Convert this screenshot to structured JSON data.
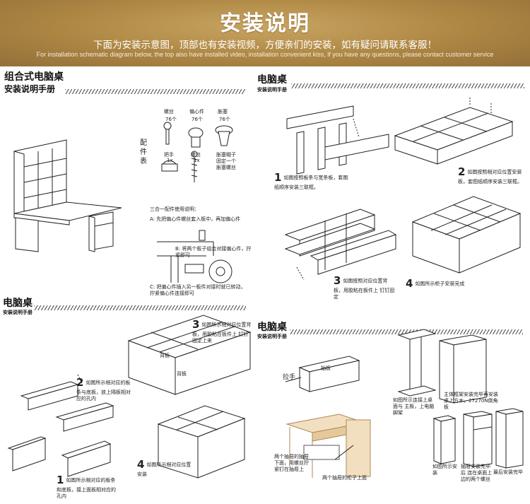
{
  "banner": {
    "title": "安装说明",
    "subtitle_zh": "下面为安装示意图，顶部也有安装视频，方便亲们的安装，如有疑问请联系客服！",
    "subtitle_en": "For installation schematic diagram below, the top also have installed video, installation convenient kiss, if you have any questions, please contact customer service"
  },
  "panel1": {
    "title_line1": "组合式电脑桌",
    "title_line2": "安装说明手册",
    "parts_heading": "配件表",
    "parts": [
      {
        "name": "螺丝",
        "qty": "76个"
      },
      {
        "name": "偏心件",
        "qty": "76个"
      },
      {
        "name": "胀塞",
        "qty": "76个"
      }
    ],
    "handle_label": "把手",
    "handle_qty": "1x",
    "screw_label": "螺丝",
    "screw_qty": "1x",
    "anchor_notes": [
      "胀塞帽子",
      "固定一个",
      "胀塞螺丝"
    ],
    "steps_heading": "三合一配件使用说明：",
    "step_a": "A: 先把偏心件螺丝套入板中，再加偏心件",
    "step_b": "B: 将两个板子组合对接偏心件，拧紧即可",
    "step_c": "C: 把偏心件插入另一板件对接时就已转动，拧紧偏心件连接即可"
  },
  "panel2": {
    "title": "电脑桌",
    "subtitle": "安装说明手册",
    "step1_num": "1",
    "step1_text": "如图按照板条与宽条板，套图纸顺序安装三联框。",
    "step2_num": "2",
    "step2_text": "如图按照相对应位置安装板，套图纸顺序安装三联框。",
    "step3_num": "3",
    "step3_text": "如图按照对应位置背板，用胶粘在板件上 钉钉固定",
    "step4_num": "4",
    "step4_text": "如图所示柜子安装完成"
  },
  "panel3": {
    "title": "电脑桌",
    "subtitle": "安装说明手册",
    "step1_num": "1",
    "step1_text": "如图所示相对应的板条和底板，接上面板相对应的孔内",
    "step2_num": "2",
    "step2_text": "如图所示相对应的板条与底板，放上隔板相对应的孔内",
    "step3_num": "3",
    "step3_text": "如图所示相对应位置背板，用胶粘在板件上 钉钉固定上来",
    "step4_num": "4",
    "step4_text": "如图所示相对应位置安装",
    "back_label_1": "背板",
    "back_label_2": "背板"
  },
  "panel4": {
    "title": "电脑桌",
    "subtitle": "安装说明手册",
    "handle_label": "拉手",
    "drawer_label": "抽板",
    "note_a": "两个抽屉的抽屉下面，用螺丝拧紧钉在抽屉上",
    "note_b": "两个抽屉的柜子上面",
    "note_c": "如图所示连接上桌面与 主板，上电脑脚架",
    "note_d": "主体框架安装完毕再安装 桌上方木，27270N倒角板",
    "note_e": "如图所示安装",
    "note_f": "抽屉安装完毕后 连在桌面上边的两个螺丝",
    "note_g": "最后安装完毕"
  }
}
